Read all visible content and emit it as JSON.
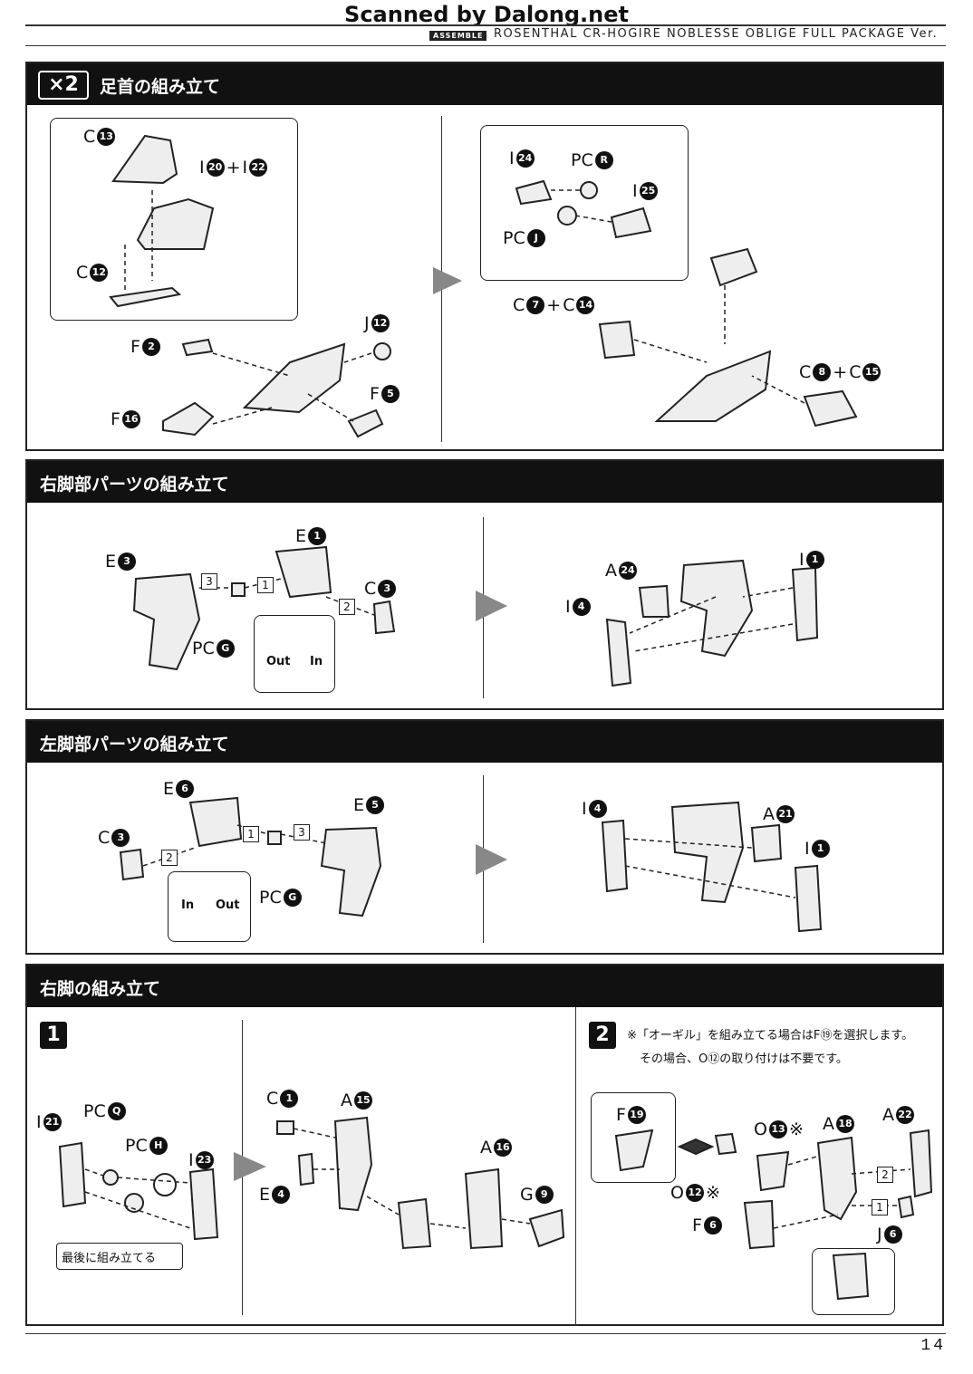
{
  "watermark": "Scanned by Dalong.net",
  "header": {
    "assemble": "ASSEMBLE",
    "title": "ROSENTHAL CR-HOGIRE NOBLESSE OBLIGE FULL PACKAGE Ver."
  },
  "sections": {
    "s1": {
      "multiplier": "×2",
      "title": "足首の組み立て"
    },
    "s2": {
      "title": "右脚部パーツの組み立て"
    },
    "s3": {
      "title": "左脚部パーツの組み立て"
    },
    "s4": {
      "title": "右脚の組み立て"
    }
  },
  "s1_labels": {
    "c13": [
      "C",
      "13"
    ],
    "i20": [
      "I",
      "20"
    ],
    "plus": "+",
    "i22": [
      "I",
      "22"
    ],
    "c12": [
      "C",
      "12"
    ],
    "f2": [
      "F",
      "2"
    ],
    "j12": [
      "J",
      "12"
    ],
    "f16": [
      "F",
      "16"
    ],
    "f5": [
      "F",
      "5"
    ],
    "i24": [
      "I",
      "24"
    ],
    "pcr": [
      "PC",
      "R"
    ],
    "i25": [
      "I",
      "25"
    ],
    "pcj": [
      "PC",
      "J"
    ],
    "c7": [
      "C",
      "7"
    ],
    "c14": [
      "C",
      "14"
    ],
    "c8": [
      "C",
      "8"
    ],
    "c15": [
      "C",
      "15"
    ]
  },
  "s2_labels": {
    "e1": [
      "E",
      "1"
    ],
    "e3": [
      "E",
      "3"
    ],
    "c3": [
      "C",
      "3"
    ],
    "pcg": [
      "PC",
      "G"
    ],
    "a24": [
      "A",
      "24"
    ],
    "i1": [
      "I",
      "1"
    ],
    "i4": [
      "I",
      "4"
    ],
    "out": "Out",
    "in": "In",
    "n1": "1",
    "n2": "2",
    "n3": "3"
  },
  "s3_labels": {
    "e6": [
      "E",
      "6"
    ],
    "e5": [
      "E",
      "5"
    ],
    "c3": [
      "C",
      "3"
    ],
    "pcg": [
      "PC",
      "G"
    ],
    "i4": [
      "I",
      "4"
    ],
    "a21": [
      "A",
      "21"
    ],
    "i1": [
      "I",
      "1"
    ],
    "in": "In",
    "out": "Out",
    "n1": "1",
    "n2": "2",
    "n3": "3"
  },
  "s4": {
    "step1": "1",
    "step2": "2",
    "i21": [
      "I",
      "21"
    ],
    "pcq": [
      "PC",
      "Q"
    ],
    "pch": [
      "PC",
      "H"
    ],
    "i23": [
      "I",
      "23"
    ],
    "last": "最後に組み立てる",
    "c1": [
      "C",
      "1"
    ],
    "a15": [
      "A",
      "15"
    ],
    "e4": [
      "E",
      "4"
    ],
    "a16": [
      "A",
      "16"
    ],
    "g9": [
      "G",
      "9"
    ],
    "note1": "※「オーギル」を組み立てる場合はF⑲を選択します。",
    "note2": "その場合、O⑫の取り付けは不要です。",
    "f19": [
      "F",
      "19"
    ],
    "o13": [
      "O",
      "13"
    ],
    "a18": [
      "A",
      "18"
    ],
    "a22": [
      "A",
      "22"
    ],
    "o12": [
      "O",
      "12"
    ],
    "f6": [
      "F",
      "6"
    ],
    "j6": [
      "J",
      "6"
    ],
    "kome": "※",
    "n1": "1",
    "n2": "2"
  },
  "page_number": "14"
}
